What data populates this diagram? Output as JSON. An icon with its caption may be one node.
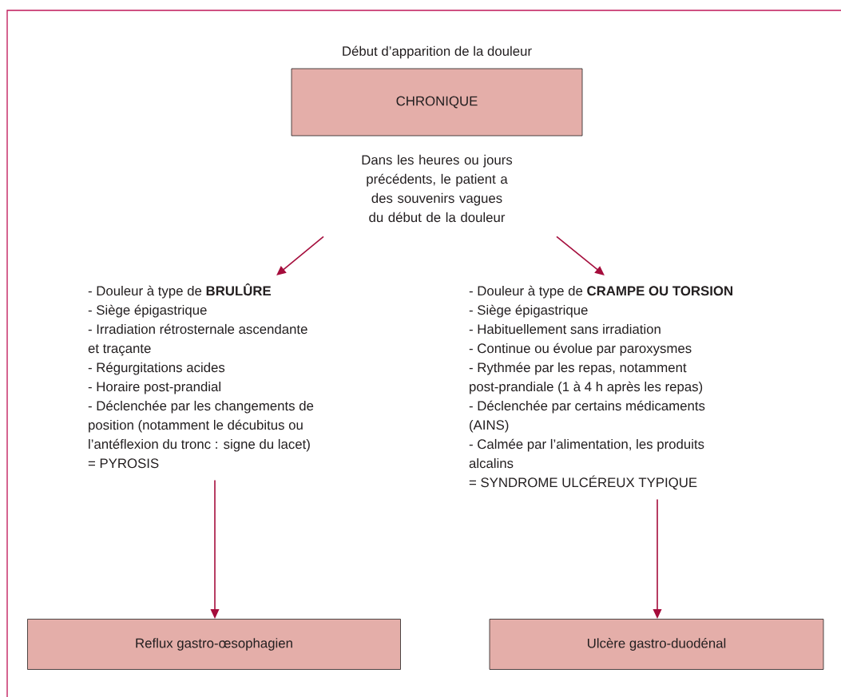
{
  "diagram": {
    "nodes": [
      {
        "text": [
          "Début d’apparition de la douleur",
          "CHRONIQUE"
        ]
      },
      {
        "text": [
          "Dans les heures ou jours précédents, le patient a des souvenirs vagues du début de la douleur"
        ]
      },
      {
        "text": [
          "- Douleur à type de **BRULÛRE**",
          "- Siège épigastrique",
          "- Irradiation rétrosternale ascendante et traçante",
          "- Régurgitations acides",
          "- Horaire post-prandial",
          "- Déclenchée par les changements de position (notamment le décubitus ou l’antéflexion du tronc : signe du lacet)",
          "= PYROSIS"
        ]
      },
      {
        "text": [
          "- Douleur à type de **CRAMPE OU TORSION**",
          "- Siège épigastrique",
          "- Habituellement sans irradiation",
          "- Continue ou évolue par paroxysmes",
          "- Rythmée par les repas, notamment post-prandiale (1 à 4 h après les repas)",
          "- Déclenchée par certains médicaments (AINS)",
          "- Calmée par l’alimentation, les produits alcalins",
          "= SYNDROME ULCÉREUX TYPIQUE"
        ]
      },
      {
        "text": [
          "Reflux gastro-œsophagien"
        ]
      },
      {
        "text": [
          "Ulcère gastro-duodénal"
        ]
      }
    ],
    "edges": [
      {
        "from": 1,
        "to": 2,
        "arrow": "to"
      },
      {
        "from": 1,
        "to": 3,
        "arrow": "to"
      },
      {
        "from": 2,
        "to": 4,
        "arrow": "to"
      },
      {
        "from": 3,
        "to": 5,
        "arrow": "to"
      }
    ]
  }
}
